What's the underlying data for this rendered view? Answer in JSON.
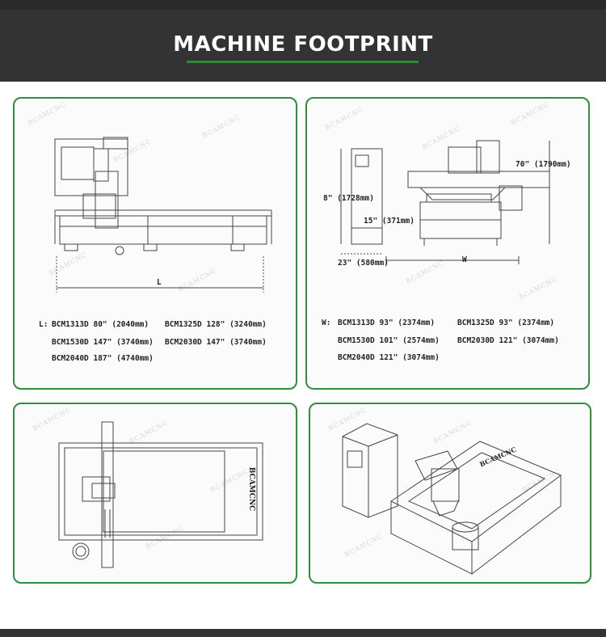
{
  "header": {
    "title": "MACHINE FOOTPRINT"
  },
  "colors": {
    "header_bg": "#333333",
    "accent_green": "#2e8b3a",
    "panel_border": "#2f8f3c"
  },
  "watermark": "BCAMCNC",
  "panel_front": {
    "dim_label": "L",
    "specs": {
      "prefix": "L:",
      "row1a": "BCM1313D 80\" (2040mm)",
      "row1b": "BCM1325D 128\" (3240mm)",
      "row2a": "BCM1530D 147\" (3740mm)",
      "row2b": "BCM2030D 147\" (3740mm)",
      "row3a": "BCM2040D 187\" (4740mm)"
    }
  },
  "panel_side": {
    "dims": {
      "height_total": "70\" (1790mm)",
      "height_cabinet": "8\" (1728mm)",
      "depth_small": "15\" (371mm)",
      "cabinet_width": "23\" (580mm)",
      "width_label": "W"
    },
    "specs": {
      "prefix": "W:",
      "row1a": "BCM1313D 93\" (2374mm)",
      "row1b": "BCM1325D 93\" (2374mm)",
      "row2a": "BCM1530D 101\" (2574mm)",
      "row2b": "BCM2030D 121\" (3074mm)",
      "row3a": "BCM2040D 121\" (3074mm)"
    }
  },
  "panel_top": {
    "logo": "BCAMCNC"
  },
  "panel_iso": {
    "logo": "BCAMCNC"
  }
}
